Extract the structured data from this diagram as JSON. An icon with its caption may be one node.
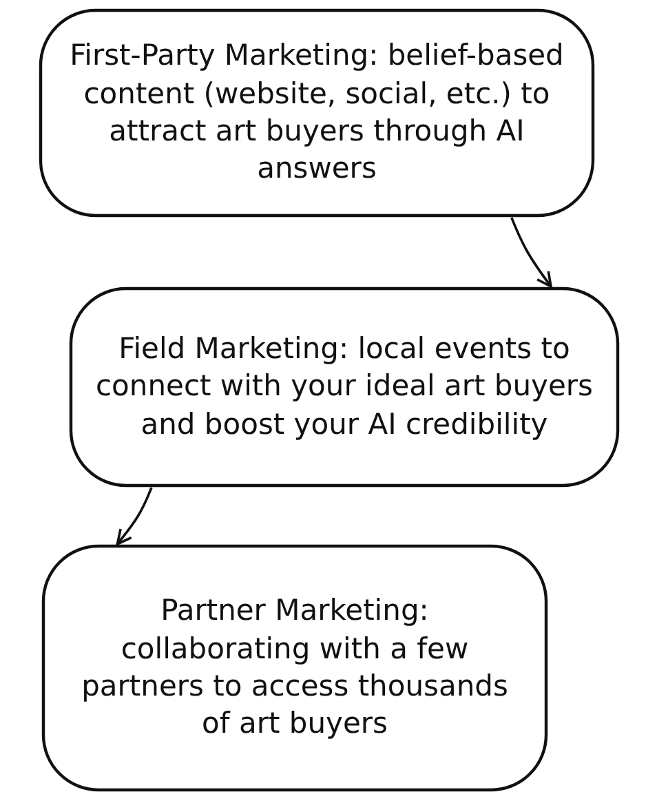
{
  "diagram": {
    "nodes": [
      {
        "text": [
          "First-Party Marketing: belief-based content (website, social, etc.) to attract art buyers through AI answers"
        ]
      },
      {
        "text": [
          "Field Marketing: local events to connect with your ideal art buyers and boost your AI credibility"
        ]
      },
      {
        "text": [
          "Partner Marketing: collaborating with a few partners to access thousands of art buyers"
        ]
      }
    ],
    "edges": [
      {
        "from": 0,
        "to": 1,
        "arrow": "to"
      },
      {
        "from": 1,
        "to": 2,
        "arrow": "to"
      }
    ]
  }
}
